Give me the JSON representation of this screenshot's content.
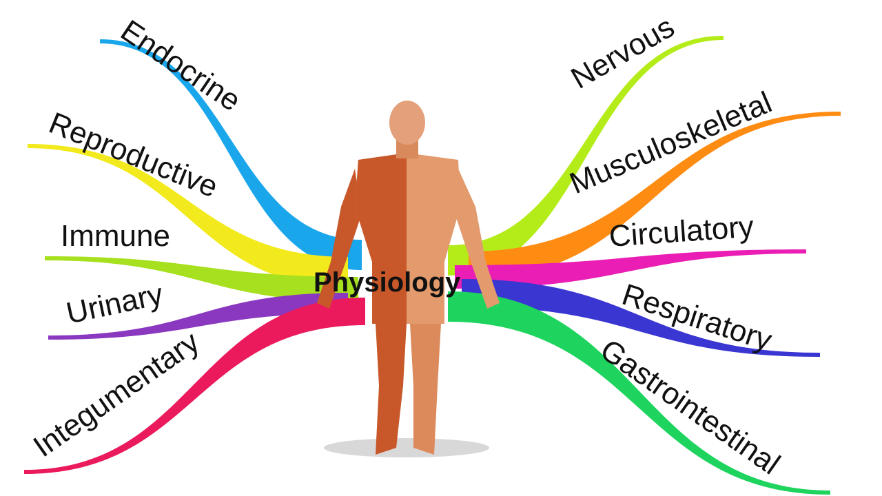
{
  "center_label": "Physiology",
  "systems": [
    {
      "label": "Endocrine",
      "color": "#1aa6ea"
    },
    {
      "label": "Reproductive",
      "color": "#f2ea1c"
    },
    {
      "label": "Immune",
      "color": "#a6e01e"
    },
    {
      "label": "Urinary",
      "color": "#8a38bf"
    },
    {
      "label": "Integumentary",
      "color": "#ea1a5c"
    },
    {
      "label": "Nervous",
      "color": "#b4ec1a"
    },
    {
      "label": "Musculoskeletal",
      "color": "#ff8c12"
    },
    {
      "label": "Circulatory",
      "color": "#ea1eb4"
    },
    {
      "label": "Respiratory",
      "color": "#3a36d2"
    },
    {
      "label": "Gastrointestinal",
      "color": "#1ed45e"
    }
  ],
  "figure_colors": {
    "muscle": "#c8582a",
    "skin": "#e39a6c"
  }
}
